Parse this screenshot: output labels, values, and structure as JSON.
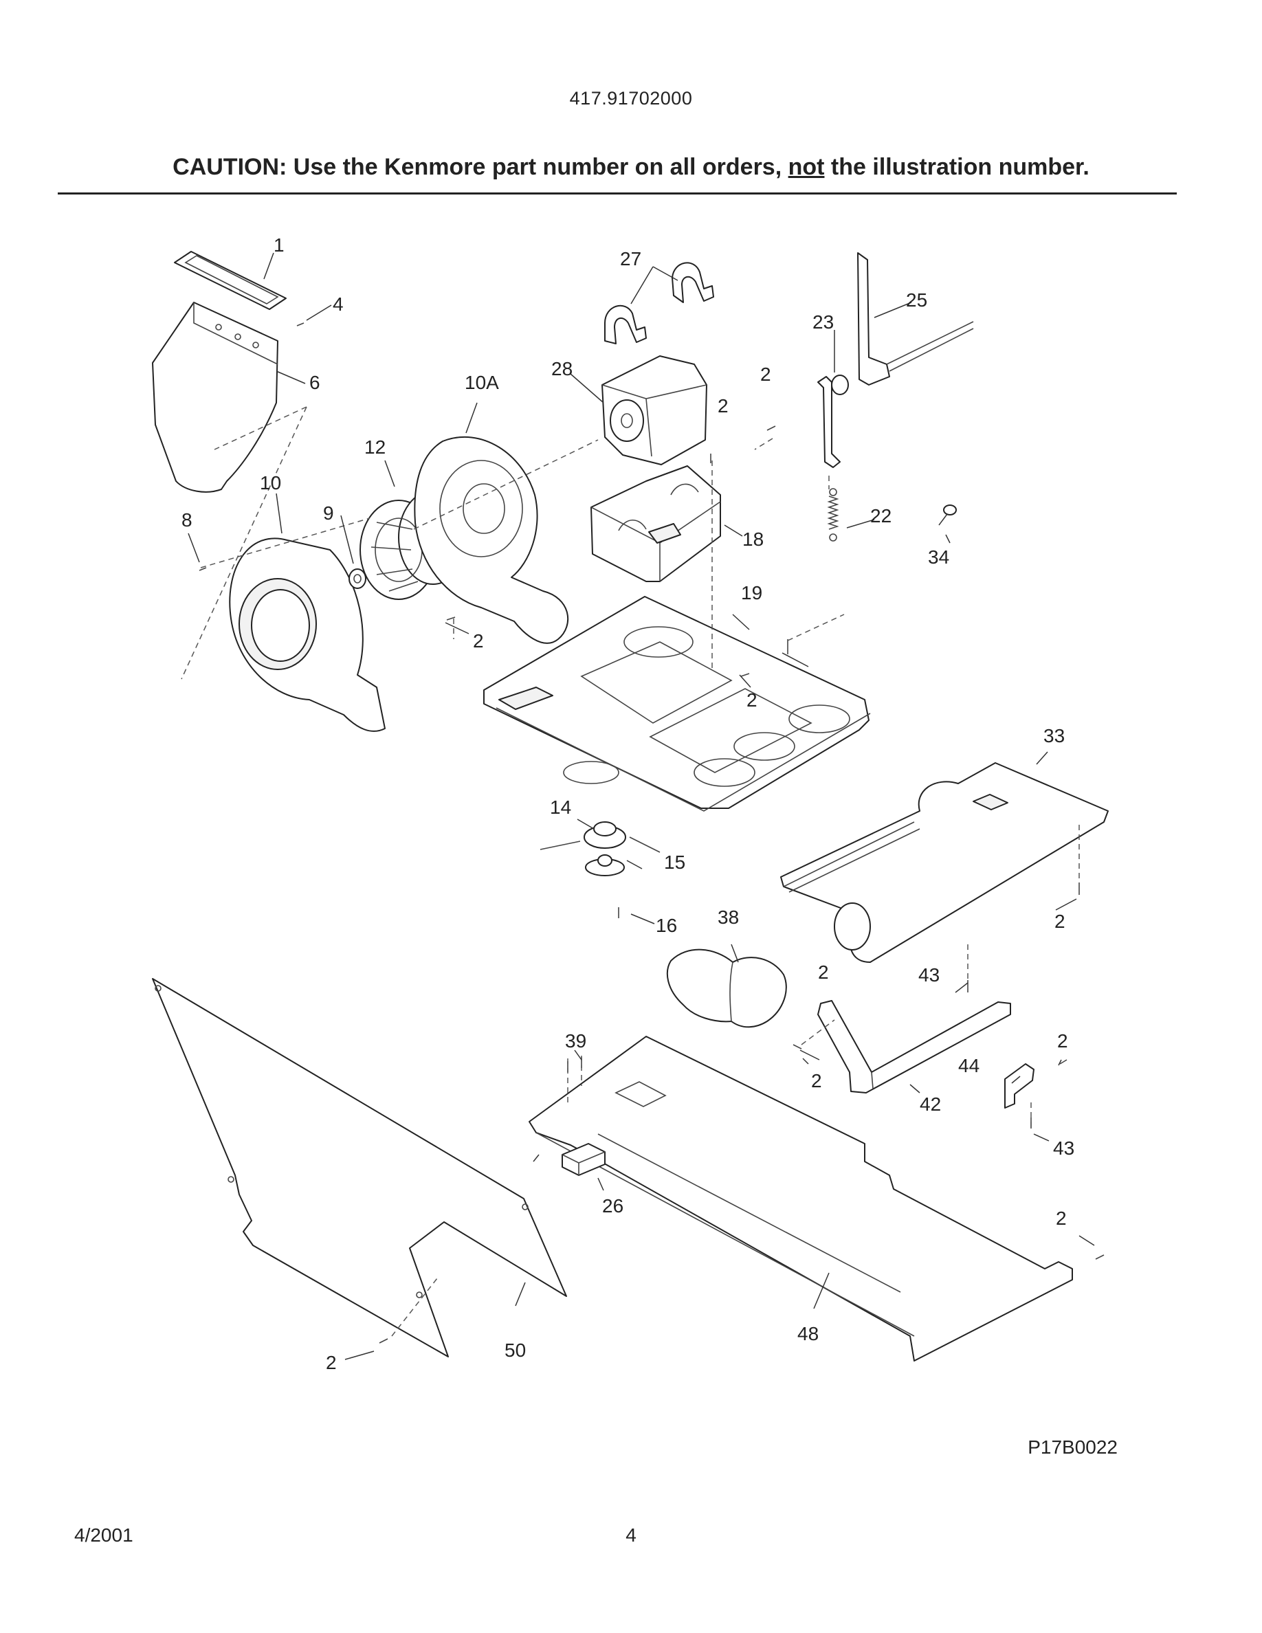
{
  "header": {
    "model_number": "417.91702000",
    "caution_prefix": "CAUTION: Use the Kenmore part number on all orders, ",
    "caution_emphasis": "not",
    "caution_suffix": " the illustration number."
  },
  "diagram": {
    "callouts": [
      "1",
      "4",
      "6",
      "10A",
      "12",
      "10",
      "9",
      "8",
      "2",
      "27",
      "28",
      "2",
      "2",
      "23",
      "25",
      "18",
      "22",
      "34",
      "19",
      "2",
      "33",
      "14",
      "15",
      "16",
      "38",
      "2",
      "2",
      "43",
      "39",
      "2",
      "44",
      "2",
      "42",
      "43",
      "26",
      "2",
      "50",
      "48",
      "2"
    ]
  },
  "footer": {
    "diagram_code": "P17B0022",
    "date": "4/2001",
    "page_number": "4"
  }
}
